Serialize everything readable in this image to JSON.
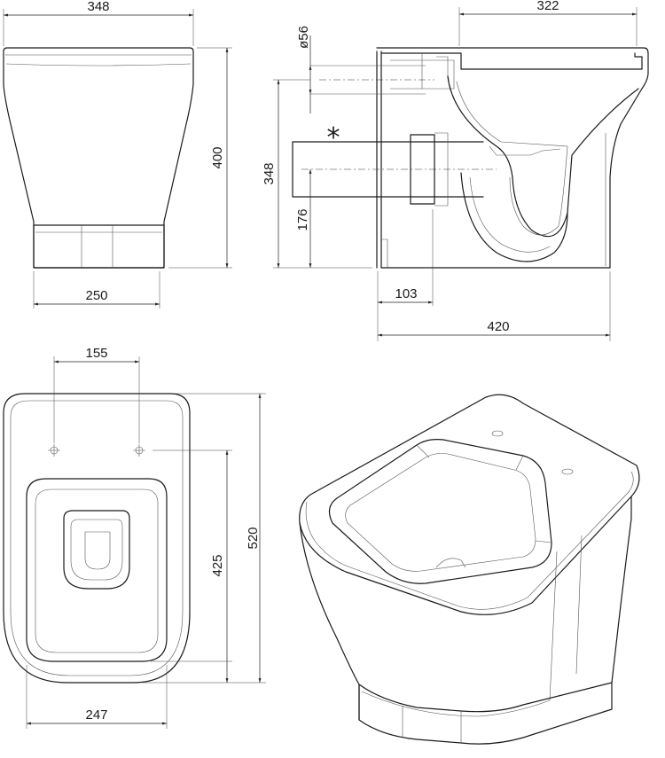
{
  "dimensions": {
    "front_width_top": "348",
    "front_height": "400",
    "front_base_width": "250",
    "side_overall_depth": "322",
    "pipe_diameter": "ø56",
    "outlet_height": "348",
    "outlet_axis_height": "176",
    "outlet_offset": "103",
    "side_depth": "420",
    "fixing_holes_distance": "155",
    "plan_length": "520",
    "bowl_length": "425",
    "bowl_width": "247"
  },
  "notes": {
    "outlet_marker": "*"
  }
}
